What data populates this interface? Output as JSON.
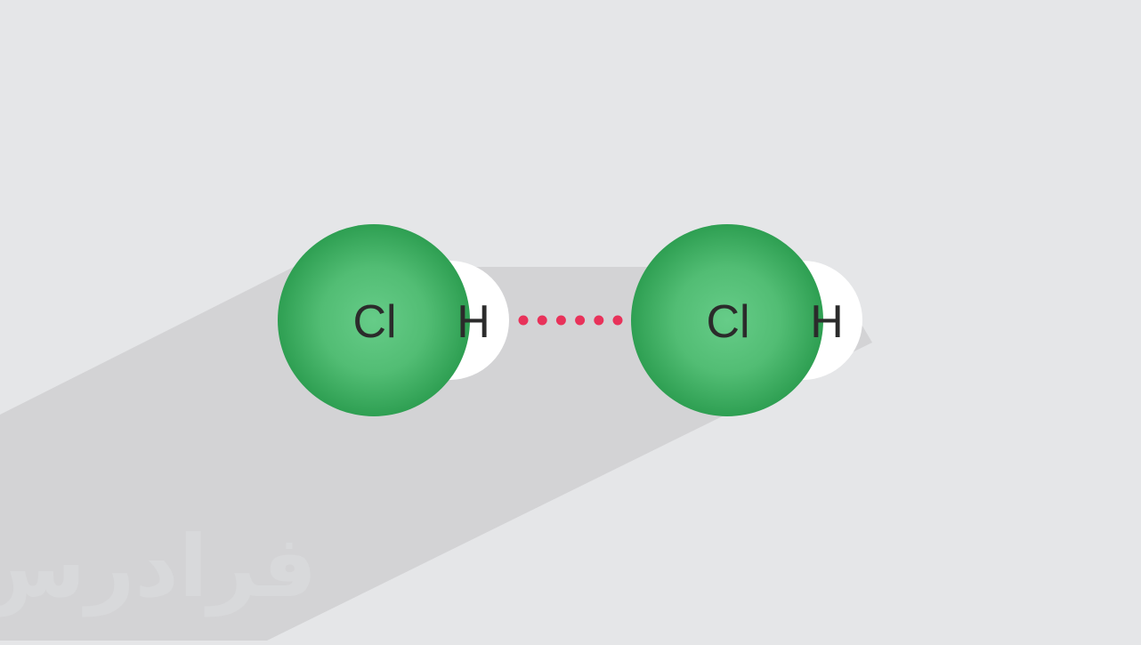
{
  "diagram": {
    "molecules": [
      {
        "atoms": [
          {
            "symbol": "Cl"
          },
          {
            "symbol": "H"
          }
        ]
      },
      {
        "atoms": [
          {
            "symbol": "Cl"
          },
          {
            "symbol": "H"
          }
        ]
      }
    ],
    "interaction": {
      "style": "dotted",
      "dot_count": 6
    }
  },
  "watermark": "فرادرس",
  "colors": {
    "background": "#e5e6e8",
    "shadow": "#d3d3d5",
    "chlorine_center": "#66cc88",
    "chlorine_edge": "#2e9f52",
    "hydrogen": "#ffffff",
    "interaction_dots": "#e8325a",
    "label_text": "#2b2b2b"
  }
}
